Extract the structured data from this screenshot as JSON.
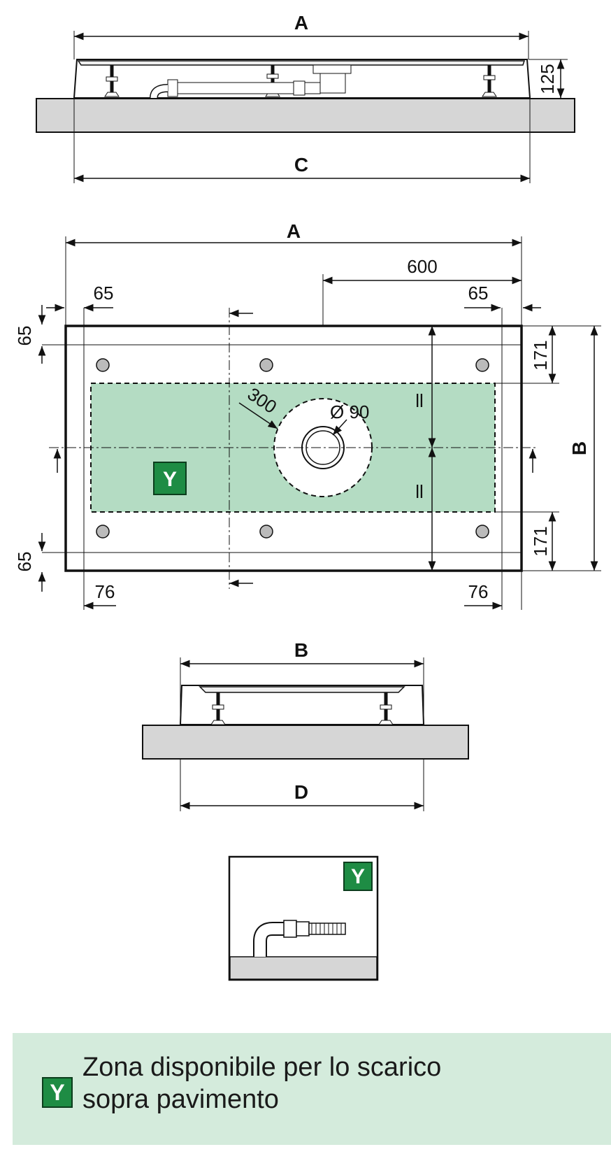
{
  "top_view": {
    "label_top": "A",
    "label_bottom": "C",
    "height_dim": "125"
  },
  "plan_view": {
    "label_width": "A",
    "label_height": "B",
    "dim_drain_offset": "600",
    "dim_left_margin_top": "65",
    "dim_right_margin_top": "65",
    "dim_top_margin_left": "65",
    "dim_bottom_margin_left": "65",
    "dim_left_margin_bottom": "76",
    "dim_right_margin_bottom": "76",
    "dim_top_right": "171",
    "dim_bottom_right": "171",
    "dim_radius": "300",
    "dim_diameter": "Ø 90",
    "equal_mark_top": "=",
    "equal_mark_bottom": "=",
    "zone_badge": "Y"
  },
  "side_view": {
    "label_top": "B",
    "label_bottom": "D"
  },
  "detail_view": {
    "badge": "Y"
  },
  "legend": {
    "badge": "Y",
    "line1": "Zona disponibile per lo scarico",
    "line2": "sopra pavimento"
  },
  "colors": {
    "zone_fill": "#b4dcc3",
    "badge_fill": "#1e8c44",
    "floor_fill": "#d6d6d6",
    "legend_bg": "#d4ebdc"
  }
}
